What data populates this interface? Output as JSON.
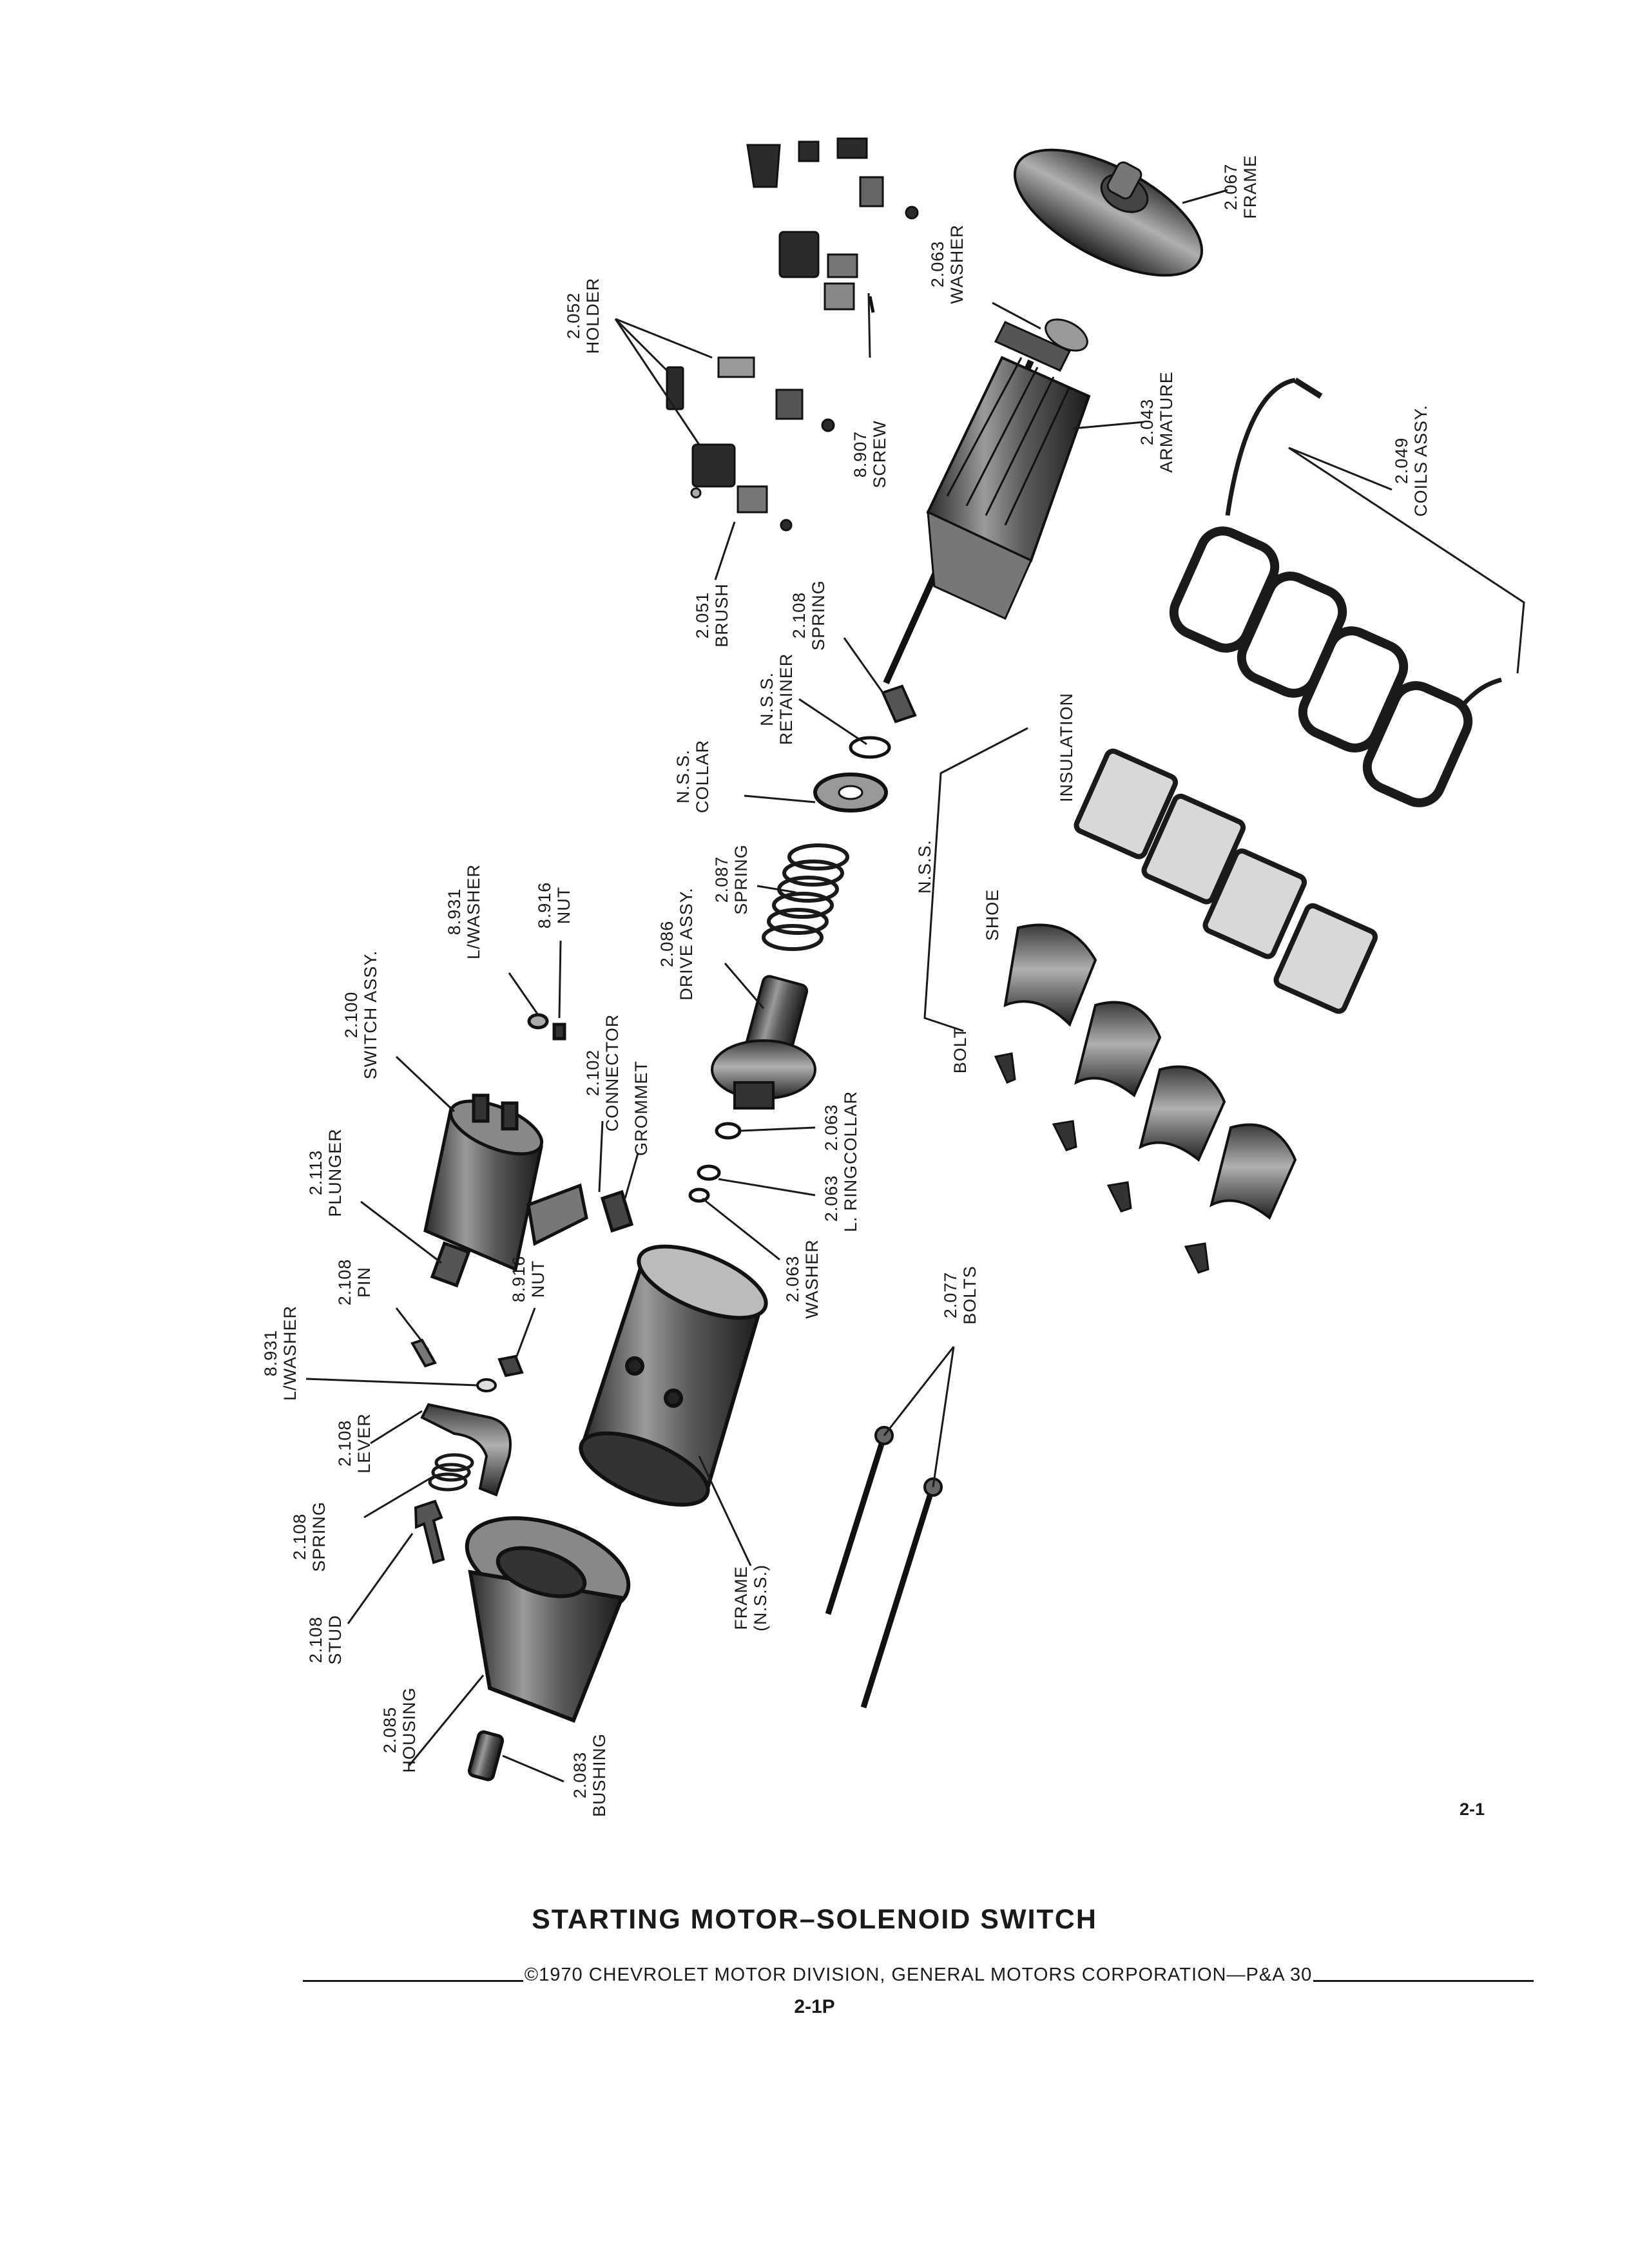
{
  "title": "STARTING MOTOR–SOLENOID SWITCH",
  "copyright": "©1970 CHEVROLET MOTOR DIVISION, GENERAL MOTORS CORPORATION—P&A 30",
  "page_number": "2-1P",
  "figure_number": "2-1",
  "labels": {
    "frame_2067": {
      "number": "2.067",
      "name": "FRAME"
    },
    "washer_2063_top": {
      "number": "2.063",
      "name": "WASHER"
    },
    "holder_2052": {
      "number": "2.052",
      "name": "HOLDER"
    },
    "armature_2043": {
      "number": "2.043",
      "name": "ARMATURE"
    },
    "coils_2049": {
      "number": "2.049",
      "name": "COILS ASSY."
    },
    "screw_8907": {
      "number": "8.907",
      "name": "SCREW"
    },
    "brush_2051": {
      "number": "2.051",
      "name": "BRUSH"
    },
    "spring_2108_top": {
      "number": "2.108",
      "name": "SPRING"
    },
    "retainer_nss": {
      "number": "N.S.S.",
      "name": "RETAINER"
    },
    "collar_nss": {
      "number": "N.S.S.",
      "name": "COLLAR"
    },
    "insulation": {
      "name": "INSULATION"
    },
    "nss_shoe_bolt": {
      "number": "N.S.S."
    },
    "shoe": {
      "name": "SHOE"
    },
    "bolt": {
      "name": "BOLT"
    },
    "spring_2087": {
      "number": "2.087",
      "name": "SPRING"
    },
    "drive_2086": {
      "number": "2.086",
      "name": "DRIVE ASSY."
    },
    "lwasher_8931_top": {
      "number": "8.931",
      "name": "L/WASHER"
    },
    "nut_8916_top": {
      "number": "8.916",
      "name": "NUT"
    },
    "switch_2100": {
      "number": "2.100",
      "name": "SWITCH ASSY."
    },
    "connector_2102": {
      "number": "2.102",
      "name": "CONNECTOR"
    },
    "grommet": {
      "name": "GROMMET"
    },
    "collar_2063": {
      "number": "2.063",
      "name": "COLLAR"
    },
    "lring_2063": {
      "number": "2.063",
      "name": "L. RING"
    },
    "washer_2063_low": {
      "number": "2.063",
      "name": "WASHER"
    },
    "plunger_2113": {
      "number": "2.113",
      "name": "PLUNGER"
    },
    "nut_8916_low": {
      "number": "8.916",
      "name": "NUT"
    },
    "pin_2108": {
      "number": "2.108",
      "name": "PIN"
    },
    "lwasher_8931_low": {
      "number": "8.931",
      "name": "L/WASHER"
    },
    "lever_2108": {
      "number": "2.108",
      "name": "LEVER"
    },
    "spring_2108_low": {
      "number": "2.108",
      "name": "SPRING"
    },
    "stud_2108": {
      "number": "2.108",
      "name": "STUD"
    },
    "bolts_2077": {
      "number": "2.077",
      "name": "BOLTS"
    },
    "frame_nss": {
      "number": "FRAME",
      "name": "(N.S.S.)"
    },
    "housing_2085": {
      "number": "2.085",
      "name": "HOUSING"
    },
    "bushing_2083": {
      "number": "2.083",
      "name": "BUSHING"
    }
  }
}
